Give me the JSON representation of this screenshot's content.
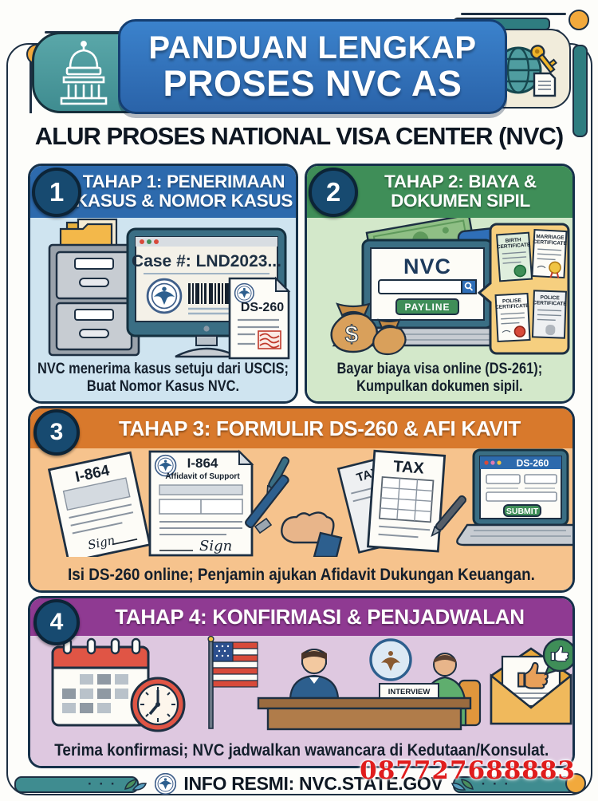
{
  "header": {
    "title_line1": "PANDUAN LENGKAP",
    "title_line2": "PROSES NVC AS",
    "subtitle": "ALUR PROSES NATIONAL VISA CENTER (NVC)"
  },
  "stages": [
    {
      "number": "1",
      "title_line1": "TAHAP 1: PENERIMAAN",
      "title_line2": "KASUS & NOMOR KASUS",
      "caption_line1": "NVC menerima kasus setuju dari USCIS;",
      "caption_line2": "Buat Nomor Kasus NVC.",
      "header_color": "#2d6aad",
      "body_color": "#cfe4f0",
      "illustration": {
        "case_number": "Case #: LND2023...",
        "doc_label": "DS-260"
      }
    },
    {
      "number": "2",
      "title_line1": "TAHAP 2: BIAYA &",
      "title_line2": "DOKUMEN SIPIL",
      "caption_line1": "Bayar biaya visa online (DS-261);",
      "caption_line2": "Kumpulkan dokumen sipil.",
      "header_color": "#3f8e58",
      "body_color": "#d3e8ca",
      "illustration": {
        "site_label": "NVC",
        "pay_button": "PAYLINE",
        "money_symbol": "$",
        "certificates": [
          {
            "line1": "BIRTH",
            "line2": "CERTIFICATE"
          },
          {
            "line1": "MARRIAGE",
            "line2": "CERTIFICATE"
          },
          {
            "line1": "POLISE",
            "line2": "CERTIFICATE"
          },
          {
            "line1": "POLICE",
            "line2": "CERTIFICATE"
          }
        ]
      }
    },
    {
      "number": "3",
      "title": "TAHAP 3: FORMULIR DS-260 & AFI KAVIT",
      "caption": "Isi DS-260 online; Penjamin ajukan Afidavit Dukungan Keuangan.",
      "header_color": "#d8792c",
      "body_color": "#f6c38d",
      "illustration": {
        "form1_label": "I-864",
        "form2_label": "I-864",
        "form2_sub": "Affidavit of Support",
        "signature1": "Sign",
        "signature2": "Sign",
        "tax_label": "TAX",
        "screen_label": "DS-260",
        "submit_button": "SUBMIT"
      }
    },
    {
      "number": "4",
      "title": "TAHAP 4: KONFIRMASI & PENJADWALAN",
      "caption": "Terima konfirmasi; NVC jadwalkan wawancara di Kedutaan/Konsulat.",
      "header_color": "#8f3a92",
      "body_color": "#dec8e0",
      "illustration": {
        "interview_sign": "INTERVIEW"
      }
    }
  ],
  "footer": {
    "dots_left": "· · ·",
    "dots_right": "· · ·",
    "info_label": "INFO RESMI: NVC.STATE.GOV",
    "phone_number": "087727688883"
  },
  "colors": {
    "banner_blue": "#2f6fb8",
    "teal": "#3f8c90",
    "cream_panel": "#f1ecdb",
    "badge_navy": "#174a70",
    "card_border": "#16314a",
    "accent_orange": "#f2a93c",
    "phone_red": "#e01d1d"
  }
}
